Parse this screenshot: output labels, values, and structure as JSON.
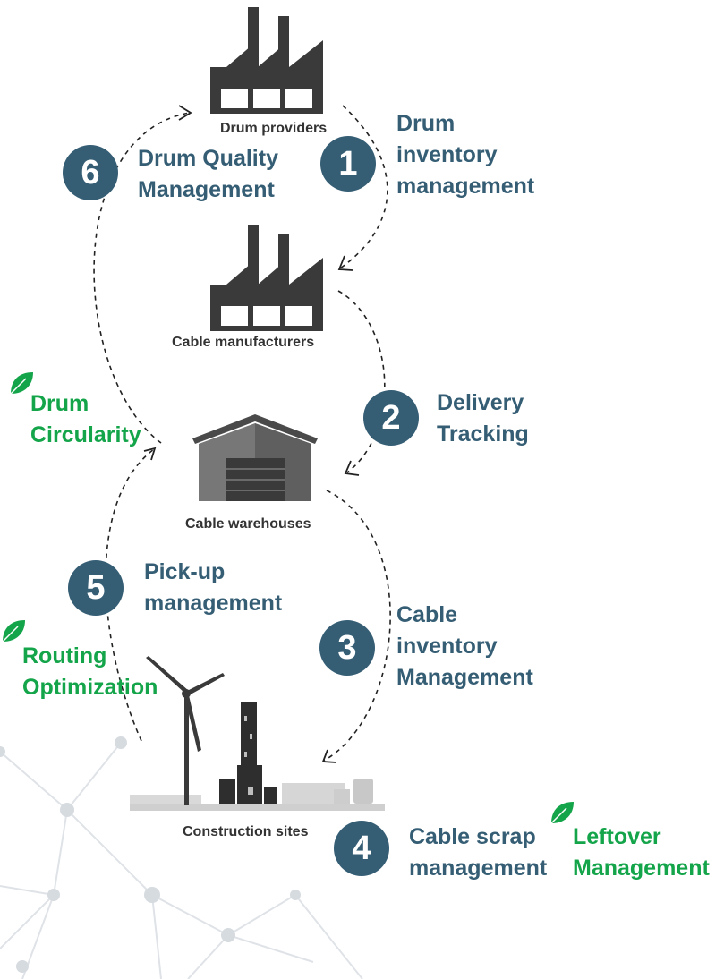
{
  "nodes": {
    "drum_providers": "Drum providers",
    "cable_manufacturers": "Cable manufacturers",
    "cable_warehouses": "Cable warehouses",
    "construction_sites": "Construction sites"
  },
  "steps": [
    {
      "number": "1",
      "lines": [
        "Drum",
        "inventory",
        "management"
      ]
    },
    {
      "number": "2",
      "lines": [
        "Delivery",
        "Tracking"
      ]
    },
    {
      "number": "3",
      "lines": [
        "Cable",
        "inventory",
        "Management"
      ]
    },
    {
      "number": "4",
      "lines": [
        "Cable scrap",
        "management"
      ]
    },
    {
      "number": "5",
      "lines": [
        "Pick-up",
        "management"
      ]
    },
    {
      "number": "6",
      "lines": [
        "Drum Quality",
        "Management"
      ]
    }
  ],
  "sustainability": [
    {
      "icon": "leaf-icon",
      "lines": [
        "Drum",
        "Circularity"
      ]
    },
    {
      "icon": "leaf-icon",
      "lines": [
        "Routing",
        "Optimization"
      ]
    },
    {
      "icon": "leaf-icon",
      "lines": [
        "Leftover",
        "Management"
      ]
    }
  ],
  "colors": {
    "step_blue": "#355e75",
    "eco_green": "#14a44a",
    "factory_dark": "#3a3a3a",
    "warehouse_gray": "#6d6d6d",
    "network_gray": "#d8dde2"
  }
}
